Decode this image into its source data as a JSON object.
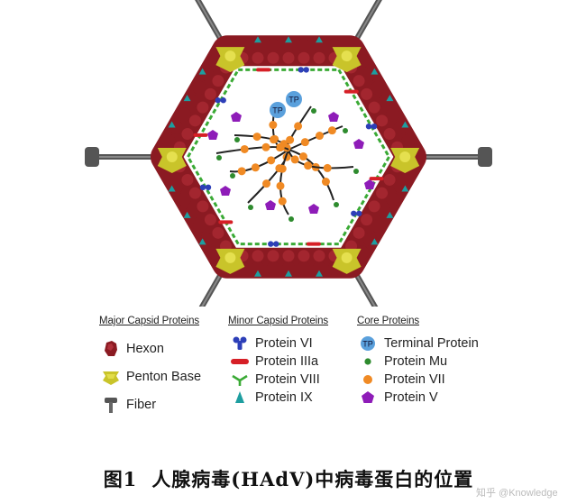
{
  "legend": {
    "major": {
      "heading": "Major Capsid Proteins",
      "items": [
        {
          "label": "Hexon",
          "symbol": "hexon-icon"
        },
        {
          "label": "Penton Base",
          "symbol": "penton-base-icon"
        },
        {
          "label": "Fiber",
          "symbol": "fiber-icon"
        }
      ]
    },
    "minor": {
      "heading": "Minor Capsid Proteins",
      "items": [
        {
          "label": "Protein VI",
          "symbol": "protein-vi-icon"
        },
        {
          "label": "Protein IIIa",
          "symbol": "protein-iiia-icon"
        },
        {
          "label": "Protein VIII",
          "symbol": "protein-viii-icon"
        },
        {
          "label": "Protein IX",
          "symbol": "protein-ix-icon"
        }
      ]
    },
    "core": {
      "heading": "Core Proteins",
      "items": [
        {
          "label": "Terminal Protein",
          "symbol": "terminal-protein-icon"
        },
        {
          "label": "Protein Mu",
          "symbol": "protein-mu-icon"
        },
        {
          "label": "Protein VII",
          "symbol": "protein-vii-icon"
        },
        {
          "label": "Protein V",
          "symbol": "protein-v-icon"
        }
      ]
    }
  },
  "diagram": {
    "tp_label": "TP"
  },
  "caption": {
    "figure_number": "图1",
    "text": "人腺病毒(HAdV)中病毒蛋白的位置"
  },
  "watermark": "知乎 @Knowledge",
  "colors": {
    "hexon": "#8b1a22",
    "penton_base": "#c9c42a",
    "fiber": "#555555",
    "protein_vi": "#2d3fb8",
    "protein_iiia": "#d61f26",
    "protein_viii": "#3aaa35",
    "protein_ix": "#1e9ea0",
    "terminal_protein": "#5aa0dc",
    "protein_mu": "#2e8b2e",
    "protein_vii": "#f08a24",
    "protein_v": "#8e1cb8"
  }
}
